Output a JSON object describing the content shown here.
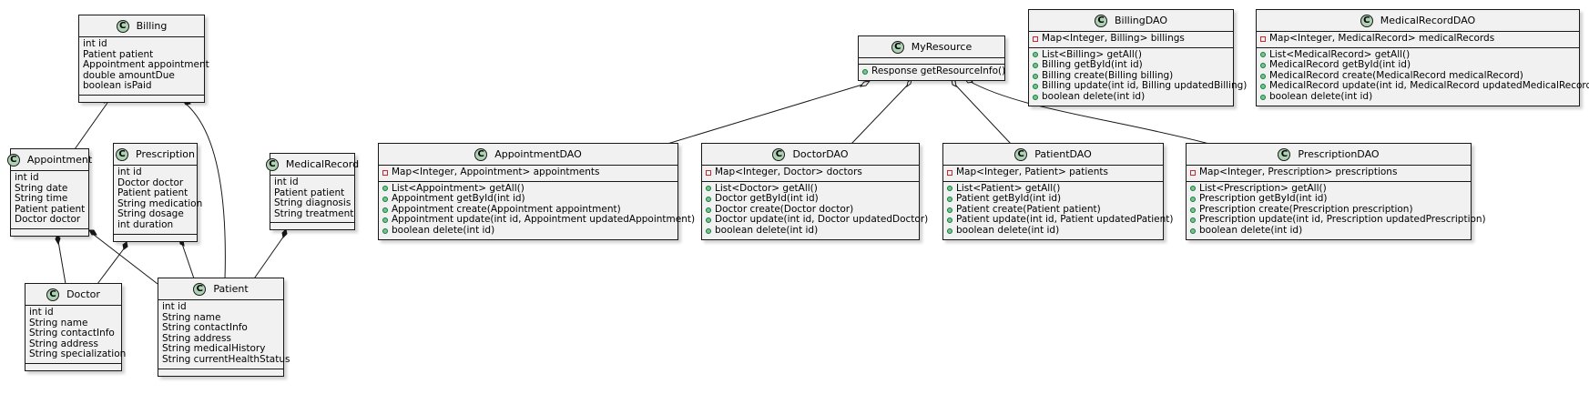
{
  "diagram": {
    "classes": {
      "billing": {
        "name": "Billing",
        "icon": "class-c-icon",
        "fields": [
          "int id",
          "Patient patient",
          "Appointment appointment",
          "double amountDue",
          "boolean isPaid"
        ],
        "methods": []
      },
      "appointment": {
        "name": "Appointment",
        "icon": "class-c-icon",
        "fields": [
          "int id",
          "String date",
          "String time",
          "Patient patient",
          "Doctor doctor"
        ],
        "methods": []
      },
      "prescription": {
        "name": "Prescription",
        "icon": "class-c-icon",
        "fields": [
          "int id",
          "Doctor doctor",
          "Patient patient",
          "String medication",
          "String dosage",
          "int duration"
        ],
        "methods": []
      },
      "medicalrecord": {
        "name": "MedicalRecord",
        "icon": "class-c-icon",
        "fields": [
          "int id",
          "Patient patient",
          "String diagnosis",
          "String treatment"
        ],
        "methods": []
      },
      "doctor": {
        "name": "Doctor",
        "icon": "class-c-icon",
        "fields": [
          "int id",
          "String name",
          "String contactInfo",
          "String address",
          "String specialization"
        ],
        "methods": []
      },
      "patient": {
        "name": "Patient",
        "icon": "class-c-icon",
        "fields": [
          "int id",
          "String name",
          "String contactInfo",
          "String address",
          "String medicalHistory",
          "String currentHealthStatus"
        ],
        "methods": []
      },
      "myresource": {
        "name": "MyResource",
        "icon": "class-c-icon",
        "fields": [],
        "methods": [
          "Response getResourceInfo()"
        ]
      },
      "appointmentdao": {
        "name": "AppointmentDAO",
        "icon": "class-c-icon",
        "fields": [
          "Map<Integer, Appointment> appointments"
        ],
        "methods": [
          "List<Appointment> getAll()",
          "Appointment getById(int id)",
          "Appointment create(Appointment appointment)",
          "Appointment update(int id, Appointment updatedAppointment)",
          "boolean delete(int id)"
        ]
      },
      "doctordao": {
        "name": "DoctorDAO",
        "icon": "class-c-icon",
        "fields": [
          "Map<Integer, Doctor> doctors"
        ],
        "methods": [
          "List<Doctor> getAll()",
          "Doctor getById(int id)",
          "Doctor create(Doctor doctor)",
          "Doctor update(int id, Doctor updatedDoctor)",
          "boolean delete(int id)"
        ]
      },
      "patientdao": {
        "name": "PatientDAO",
        "icon": "class-c-icon",
        "fields": [
          "Map<Integer, Patient> patients"
        ],
        "methods": [
          "List<Patient> getAll()",
          "Patient getById(int id)",
          "Patient create(Patient patient)",
          "Patient update(int id, Patient updatedPatient)",
          "boolean delete(int id)"
        ]
      },
      "prescriptiondao": {
        "name": "PrescriptionDAO",
        "icon": "class-c-icon",
        "fields": [
          "Map<Integer, Prescription> prescriptions"
        ],
        "methods": [
          "List<Prescription> getAll()",
          "Prescription getById(int id)",
          "Prescription create(Prescription prescription)",
          "Prescription update(int id, Prescription updatedPrescription)",
          "boolean delete(int id)"
        ]
      },
      "billingdao": {
        "name": "BillingDAO",
        "icon": "class-c-icon",
        "fields": [
          "Map<Integer, Billing> billings"
        ],
        "methods": [
          "List<Billing> getAll()",
          "Billing getById(int id)",
          "Billing create(Billing billing)",
          "Billing update(int id, Billing updatedBilling)",
          "boolean delete(int id)"
        ]
      },
      "medicalrecorddao": {
        "name": "MedicalRecordDAO",
        "icon": "class-c-icon",
        "fields": [
          "Map<Integer, MedicalRecord> medicalRecords"
        ],
        "methods": [
          "List<MedicalRecord> getAll()",
          "MedicalRecord getById(int id)",
          "MedicalRecord create(MedicalRecord medicalRecord)",
          "MedicalRecord update(int id, MedicalRecord updatedMedicalRecord)",
          "boolean delete(int id)"
        ]
      }
    },
    "relations": [
      {
        "from": "billing",
        "to": "appointment",
        "type": "composition"
      },
      {
        "from": "billing",
        "to": "patient",
        "type": "composition"
      },
      {
        "from": "appointment",
        "to": "doctor",
        "type": "composition"
      },
      {
        "from": "appointment",
        "to": "patient",
        "type": "composition"
      },
      {
        "from": "prescription",
        "to": "doctor",
        "type": "composition"
      },
      {
        "from": "prescription",
        "to": "patient",
        "type": "composition"
      },
      {
        "from": "medicalrecord",
        "to": "patient",
        "type": "composition"
      },
      {
        "from": "myresource",
        "to": "appointmentdao",
        "type": "aggregation"
      },
      {
        "from": "myresource",
        "to": "doctordao",
        "type": "aggregation"
      },
      {
        "from": "myresource",
        "to": "patientdao",
        "type": "aggregation"
      },
      {
        "from": "myresource",
        "to": "prescriptiondao",
        "type": "aggregation"
      }
    ],
    "colors": {
      "class_fill": "#f1f1f1",
      "border": "#181818",
      "class_icon": "#add1b2",
      "private_marker": "#c82930",
      "public_marker": "#84be84"
    }
  }
}
